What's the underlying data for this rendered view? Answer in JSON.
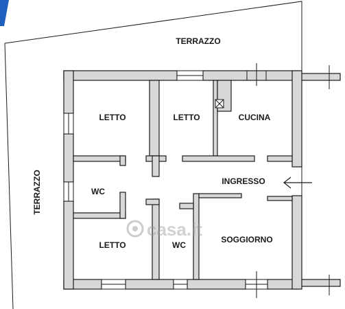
{
  "labels": {
    "terrace_top": "TERRAZZO",
    "terrace_left": "TERRAZZO",
    "bedroom_1": "LETTO",
    "bedroom_2": "LETTO",
    "kitchen": "CUCINA",
    "wc_1": "WC",
    "entrance": "INGRESSO",
    "bedroom_3": "LETTO",
    "wc_2": "WC",
    "living": "SOGGIORNO"
  },
  "watermark": {
    "text": "casa.it"
  },
  "colors": {
    "wall_fill": "#d8d8d8",
    "line": "#1a1a1a",
    "corner_accent": "#1f5fbf",
    "watermark": "#9a9a9a"
  },
  "icons": [
    "entrance-arrow-icon",
    "ventilation-box-icon",
    "casa-logo-icon"
  ]
}
